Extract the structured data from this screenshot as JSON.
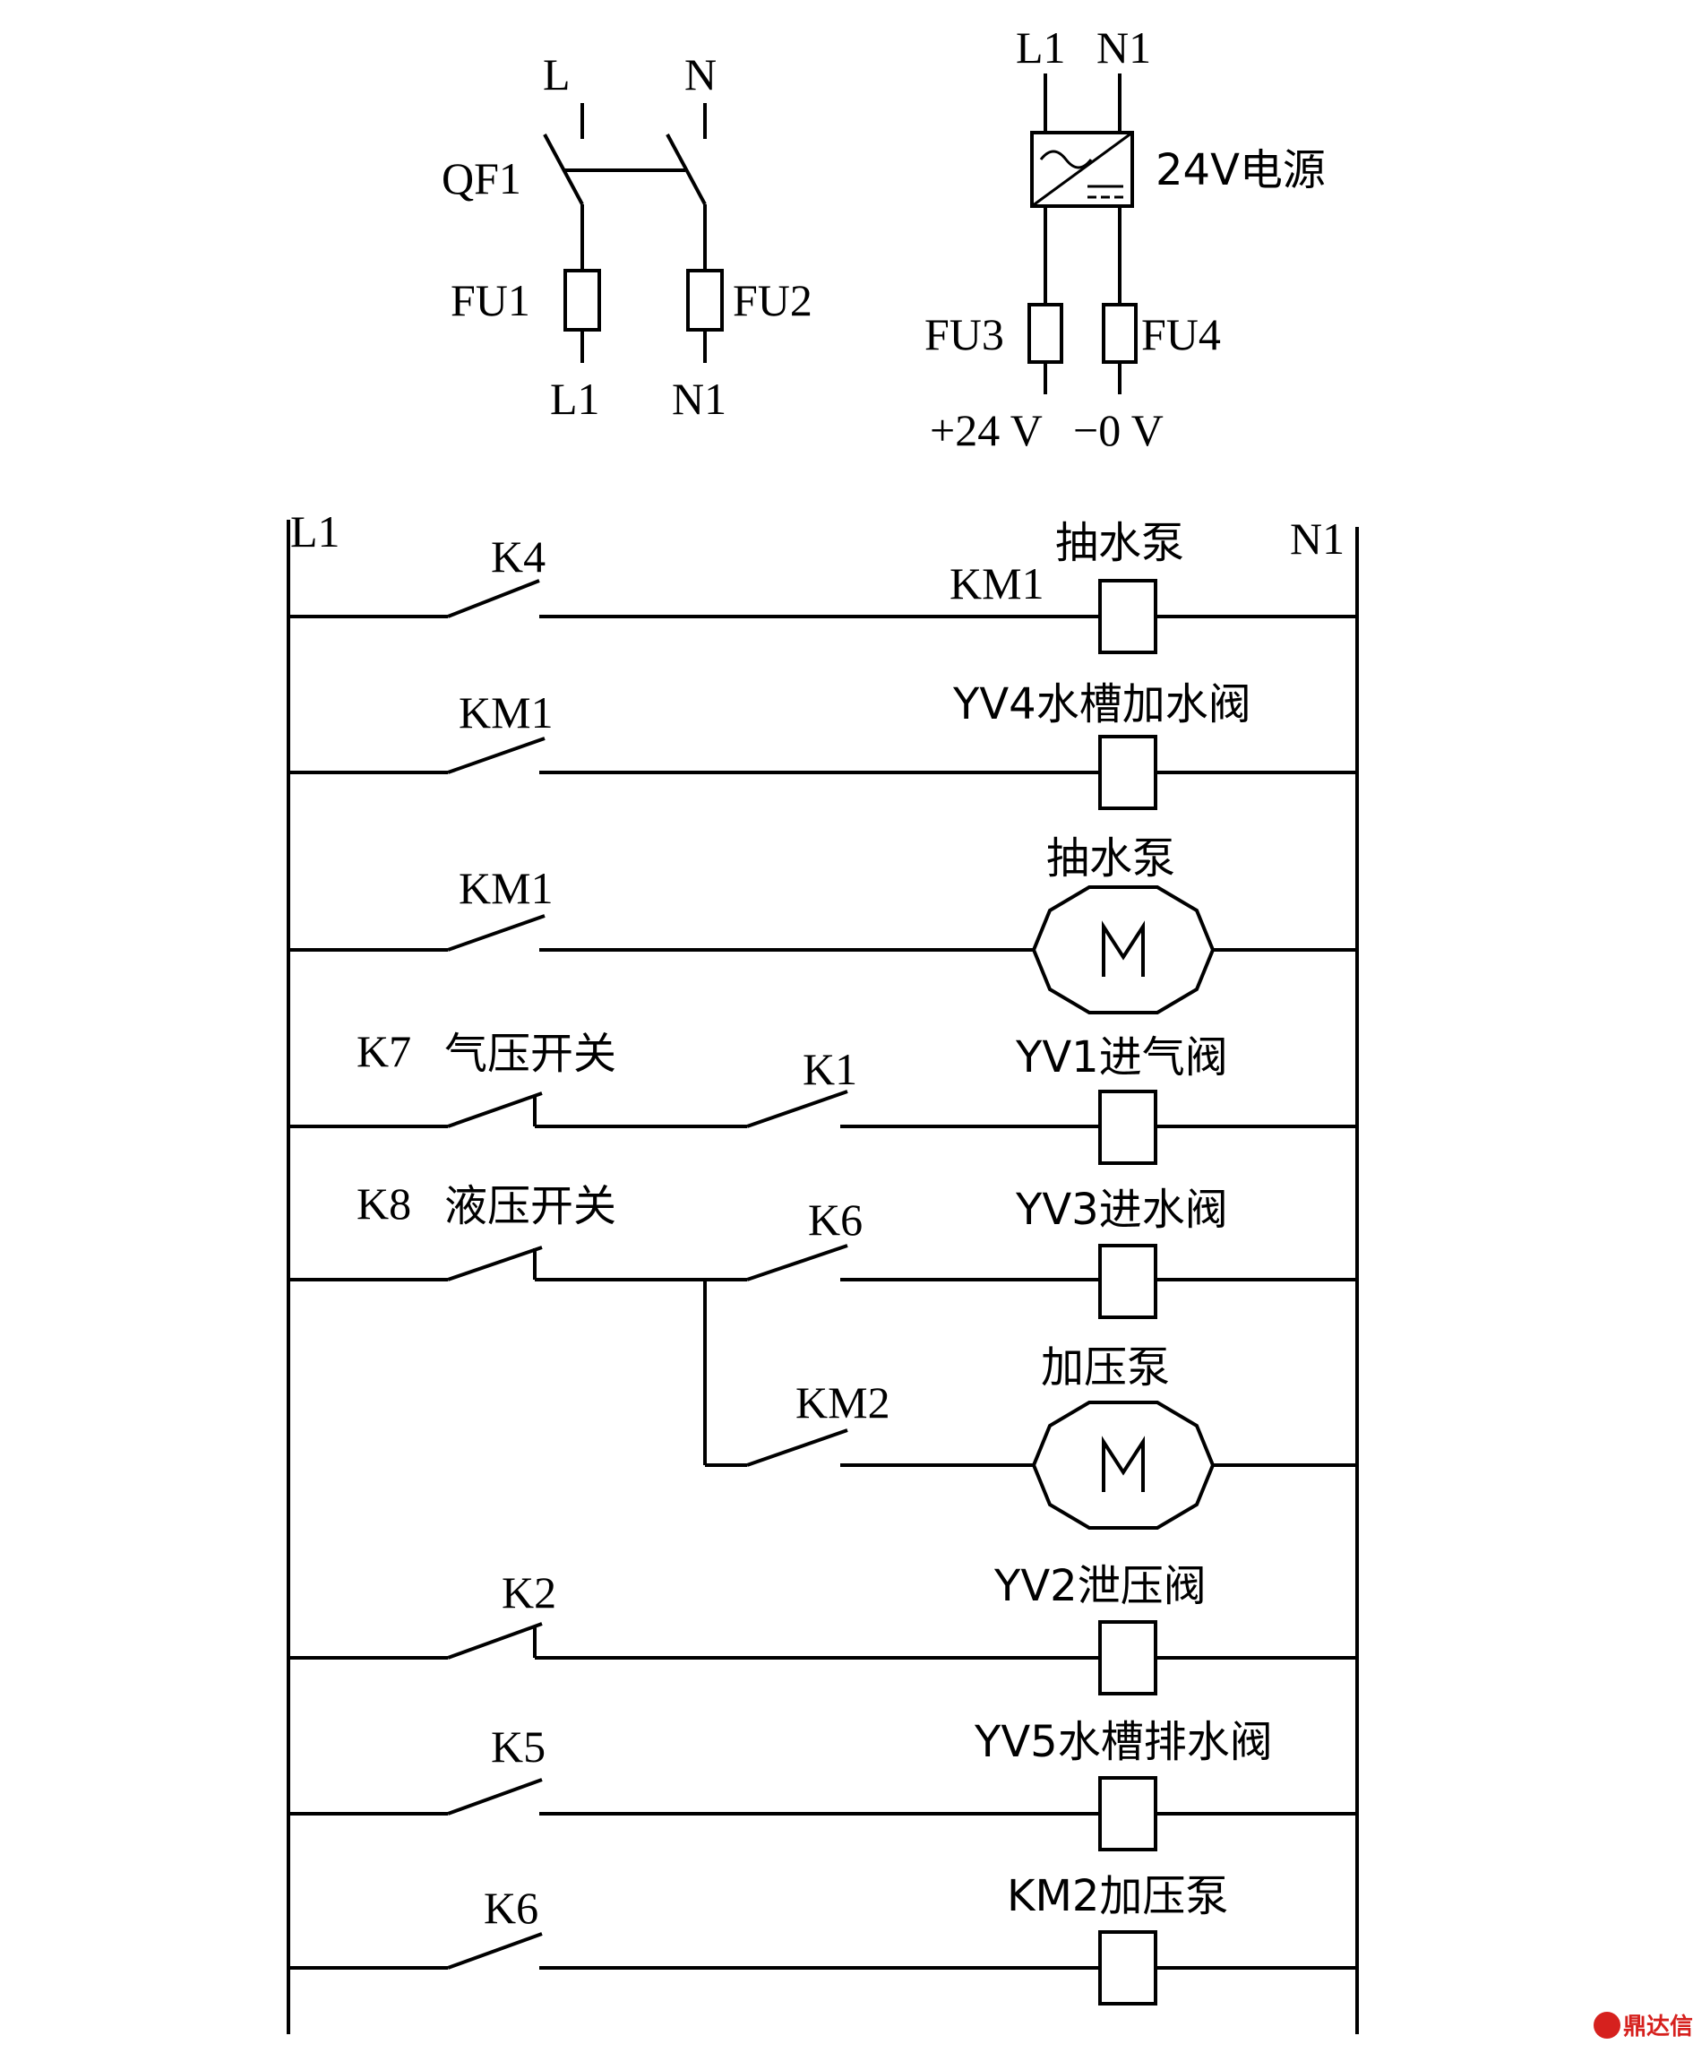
{
  "power": {
    "L": "L",
    "N": "N",
    "QF1": "QF1",
    "FU1": "FU1",
    "FU2": "FU2",
    "L1_out": "L1",
    "N1_out": "N1"
  },
  "psu": {
    "L1": "L1",
    "N1": "N1",
    "label": "24V电源",
    "FU3": "FU3",
    "FU4": "FU4",
    "plus": "+24 V",
    "zero": "−0 V"
  },
  "ladder": {
    "left_rail": "L1",
    "right_rail": "N1",
    "rungs": [
      {
        "contact": "K4",
        "load": "抽水泵",
        "coil": "KM1"
      },
      {
        "contact": "KM1",
        "load": "YV4水槽加水阀"
      },
      {
        "contact": "KM1",
        "load": "抽水泵"
      },
      {
        "contact": "K7",
        "contact_desc": "气压开关",
        "contact2": "K1",
        "load": "YV1进气阀"
      },
      {
        "contact": "K8",
        "contact_desc": "液压开关",
        "contact2": "K6",
        "load": "YV3进水阀"
      },
      {
        "contact2": "KM2",
        "load": "加压泵"
      },
      {
        "contact": "K2",
        "load": "YV2泄压阀"
      },
      {
        "contact": "K5",
        "load": "YV5水槽排水阀"
      },
      {
        "contact": "K6",
        "load": "KM2加压泵"
      }
    ]
  },
  "watermark": "鼎达信"
}
